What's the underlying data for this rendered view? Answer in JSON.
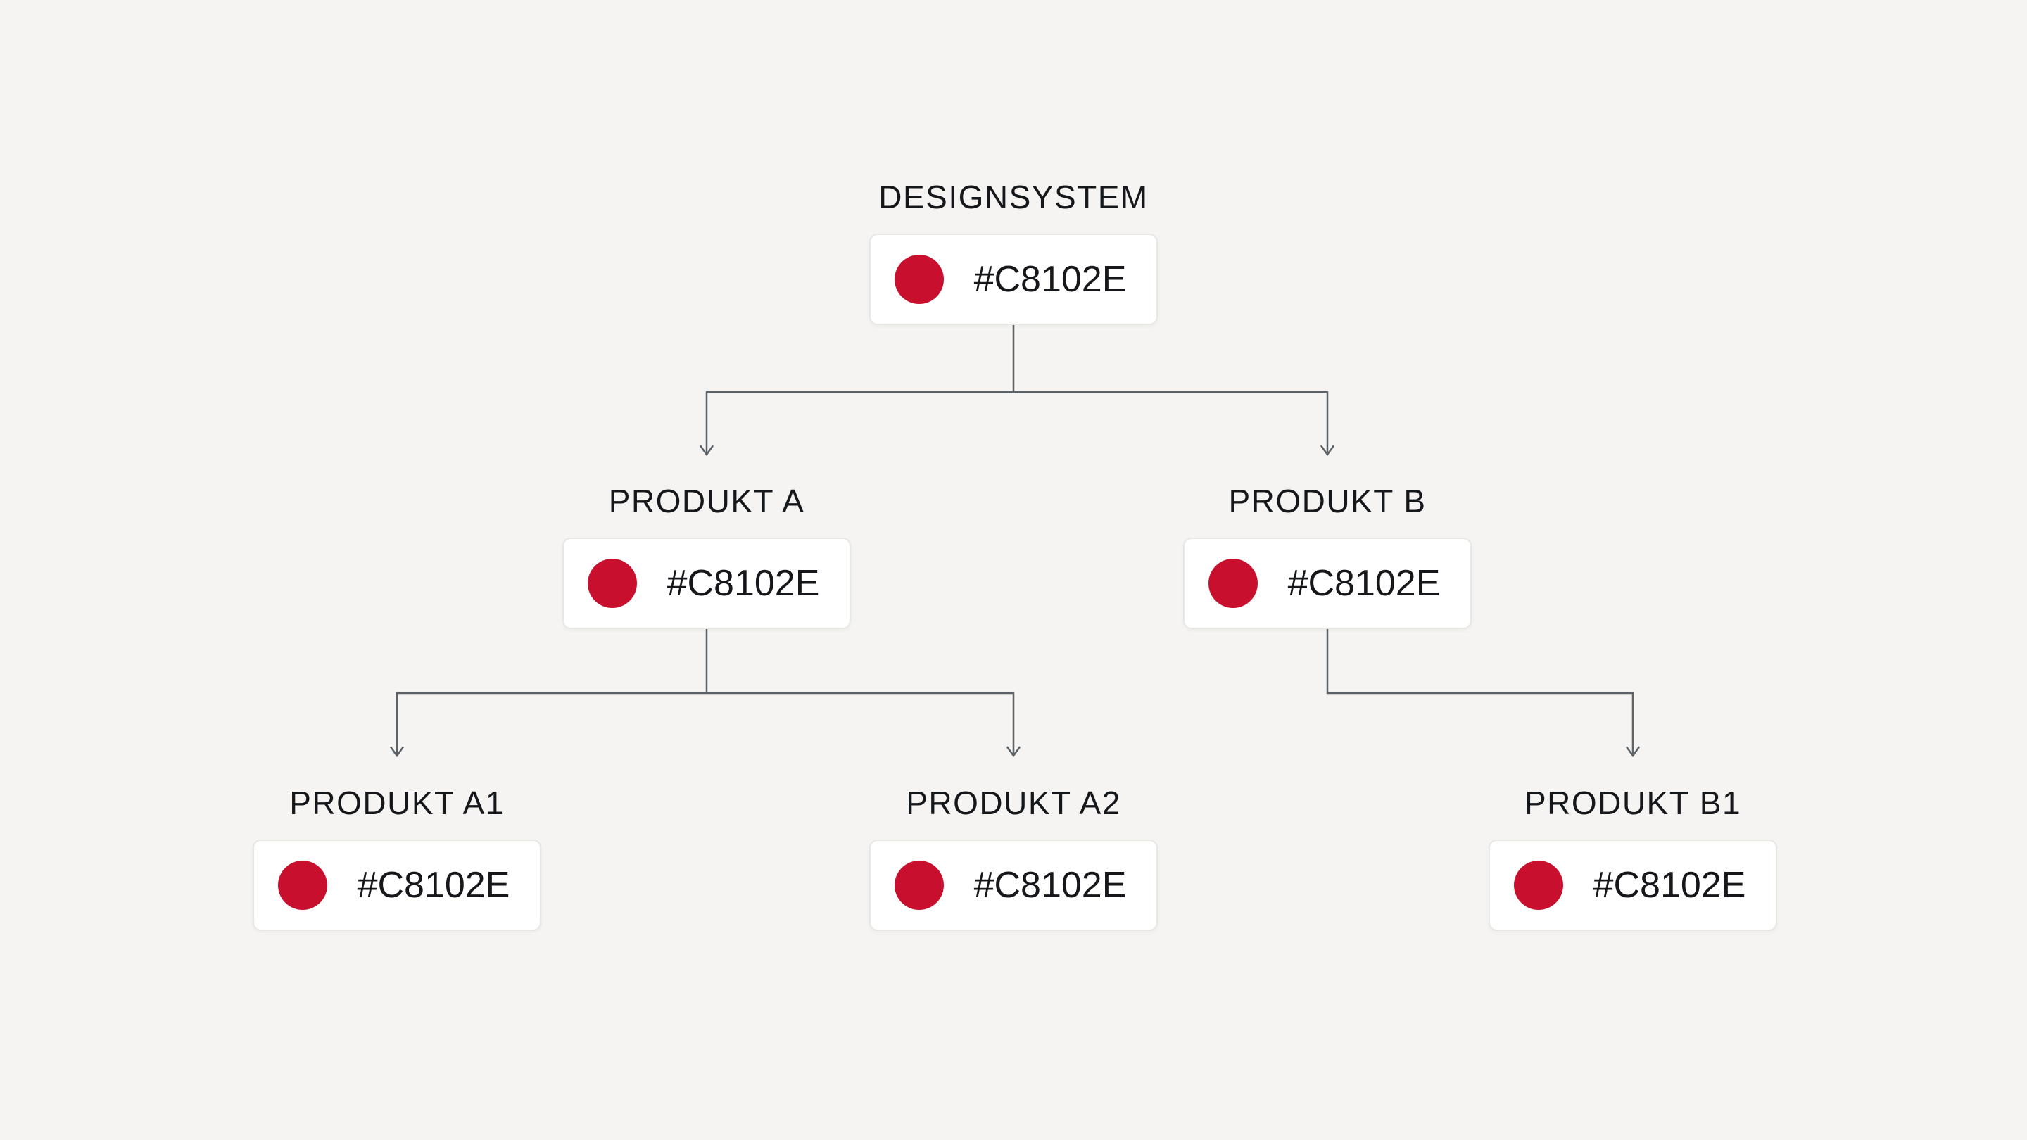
{
  "page": {
    "background_color": "#f5f4f2"
  },
  "diagram": {
    "type": "tree",
    "accent_color": "#C8102E",
    "connector_color": "#5c6167",
    "nodes": [
      {
        "id": "designsystem",
        "label": "DESIGNSYSTEM",
        "swatch_color": "#C8102E",
        "hex": "#C8102E",
        "parent": null
      },
      {
        "id": "produkt-a",
        "label": "PRODUKT A",
        "swatch_color": "#C8102E",
        "hex": "#C8102E",
        "parent": "designsystem"
      },
      {
        "id": "produkt-b",
        "label": "PRODUKT B",
        "swatch_color": "#C8102E",
        "hex": "#C8102E",
        "parent": "designsystem"
      },
      {
        "id": "produkt-a1",
        "label": "PRODUKT A1",
        "swatch_color": "#C8102E",
        "hex": "#C8102E",
        "parent": "produkt-a"
      },
      {
        "id": "produkt-a2",
        "label": "PRODUKT A2",
        "swatch_color": "#C8102E",
        "hex": "#C8102E",
        "parent": "produkt-a"
      },
      {
        "id": "produkt-b1",
        "label": "PRODUKT B1",
        "swatch_color": "#C8102E",
        "hex": "#C8102E",
        "parent": "produkt-b"
      }
    ]
  }
}
